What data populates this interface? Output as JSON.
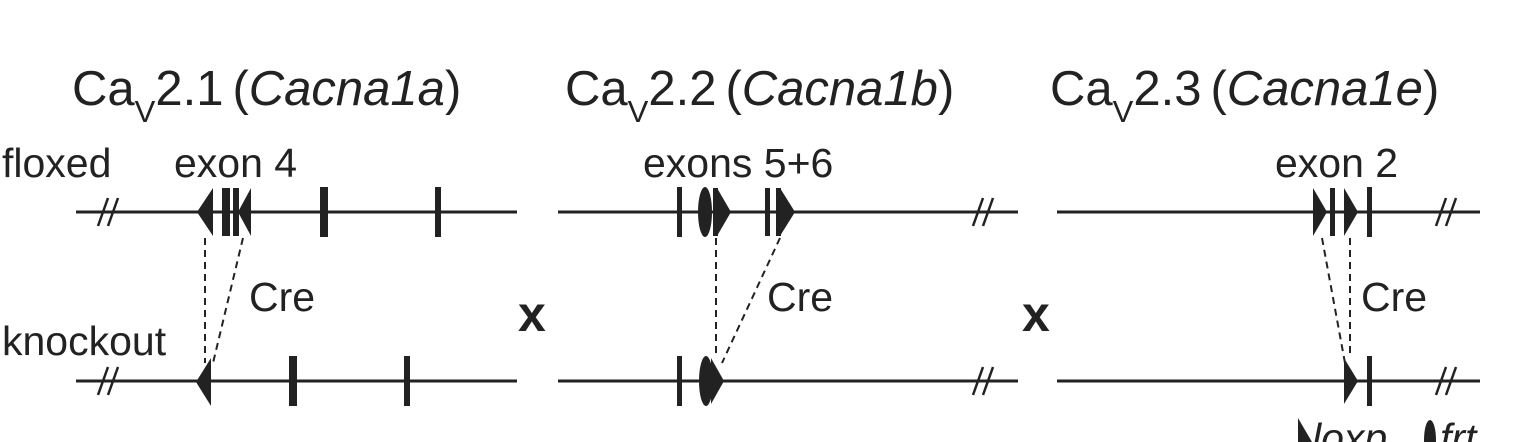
{
  "headers": [
    {
      "base": "Ca",
      "sub": "V",
      "num": "2.1",
      "open": "(",
      "gene": "Cacna1a",
      "close": ")"
    },
    {
      "base": "Ca",
      "sub": "V",
      "num": "2.2",
      "open": "(",
      "gene": "Cacna1b",
      "close": ")"
    },
    {
      "base": "Ca",
      "sub": "V",
      "num": "2.3",
      "open": "(",
      "gene": "Cacna1e",
      "close": ")"
    }
  ],
  "row_labels": {
    "floxed": "floxed",
    "knockout": "knockout"
  },
  "exon_labels": [
    "exon 4",
    "exons 5+6",
    "exon 2"
  ],
  "cre_label": "Cre",
  "cross_symbol": "x",
  "legend": {
    "loxp": "loxp",
    "frt": "frt"
  },
  "colors": {
    "ink": "#222222",
    "background": "#ffffff"
  }
}
